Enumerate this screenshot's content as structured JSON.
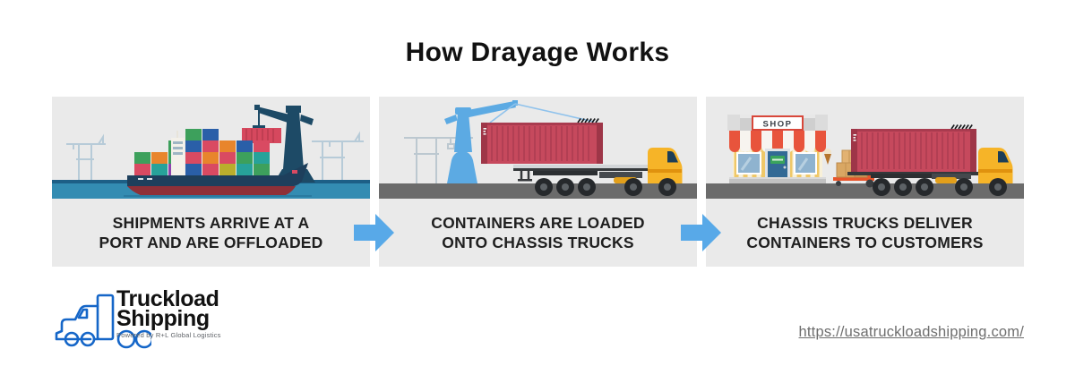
{
  "title": "How Drayage Works",
  "steps": [
    {
      "id": "port-arrival",
      "lines": [
        "SHIPMENTS ARRIVE AT A",
        "PORT AND ARE OFFLOADED"
      ]
    },
    {
      "id": "container-loading",
      "lines": [
        "CONTAINERS ARE LOADED",
        "ONTO CHASSIS TRUCKS"
      ]
    },
    {
      "id": "customer-delivery",
      "lines": [
        "CHASSIS TRUCKS DELIVER",
        "CONTAINERS TO CUSTOMERS"
      ]
    }
  ],
  "illustrations": {
    "shop_sign": "SHOP"
  },
  "logo": {
    "name_line1": "Truckload",
    "name_line2": "Shipping",
    "tagline": "Powered by R+L Global Logistics"
  },
  "footer": {
    "url": "https://usatruckloadshipping.com/"
  },
  "colors": {
    "arrow_blue": "#58a9e8",
    "panel_bg": "#eaeaea",
    "water_blue": "#338cb2",
    "road_gray": "#6b6b6b",
    "container_red": "#c6495d",
    "truck_yellow": "#f6b428",
    "crane_blue": "#5caae3",
    "ship_navy": "#1e3f5c",
    "logo_blue": "#1566c8"
  }
}
